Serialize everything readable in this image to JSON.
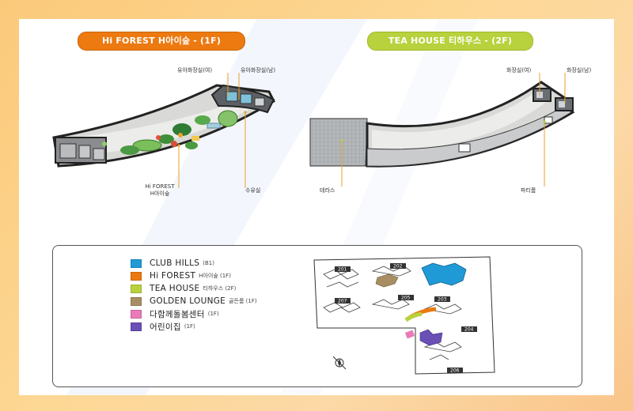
{
  "floors": {
    "forest_title": "Hi FOREST H아이숲 - (1F)",
    "tea_title": "TEA HOUSE 티하우스 - (2F)"
  },
  "forest_callouts": {
    "restroom_f": "유아화장실(여)",
    "restroom_m": "유아화장실(남)",
    "forest_line1": "Hi FOREST",
    "forest_line2": "H아이숲",
    "fountain": "수유실"
  },
  "tea_callouts": {
    "restroom_f": "화장실(여)",
    "restroom_m": "화장실(남)",
    "terrace": "테라스",
    "pantry": "파티룸"
  },
  "legend": {
    "items": [
      {
        "main": "CLUB HILLS",
        "sub": "(B1)",
        "color": "#1f9ad6"
      },
      {
        "main": "Hi FOREST",
        "sub": "H아이숲 (1F)",
        "color": "#ec7a10"
      },
      {
        "main": "TEA HOUSE",
        "sub": "티하우스 (2F)",
        "color": "#b7d23c"
      },
      {
        "main": "GOLDEN LOUNGE",
        "sub": "골든룸 (1F)",
        "color": "#a88e62"
      },
      {
        "main": "다함께돌봄센터",
        "sub": "(1F)",
        "color": "#e87bb8"
      },
      {
        "main": "어린이집",
        "sub": "(1F)",
        "color": "#6a4fb5"
      }
    ]
  },
  "site_map": {
    "buildings": [
      "201",
      "202",
      "203",
      "207",
      "205",
      "204",
      "206"
    ]
  },
  "colors": {
    "forest": "#ec7a10",
    "tea": "#b7d23c",
    "club": "#1f9ad6",
    "golden": "#a88e62",
    "care": "#e87bb8",
    "kids": "#6a4fb5"
  }
}
